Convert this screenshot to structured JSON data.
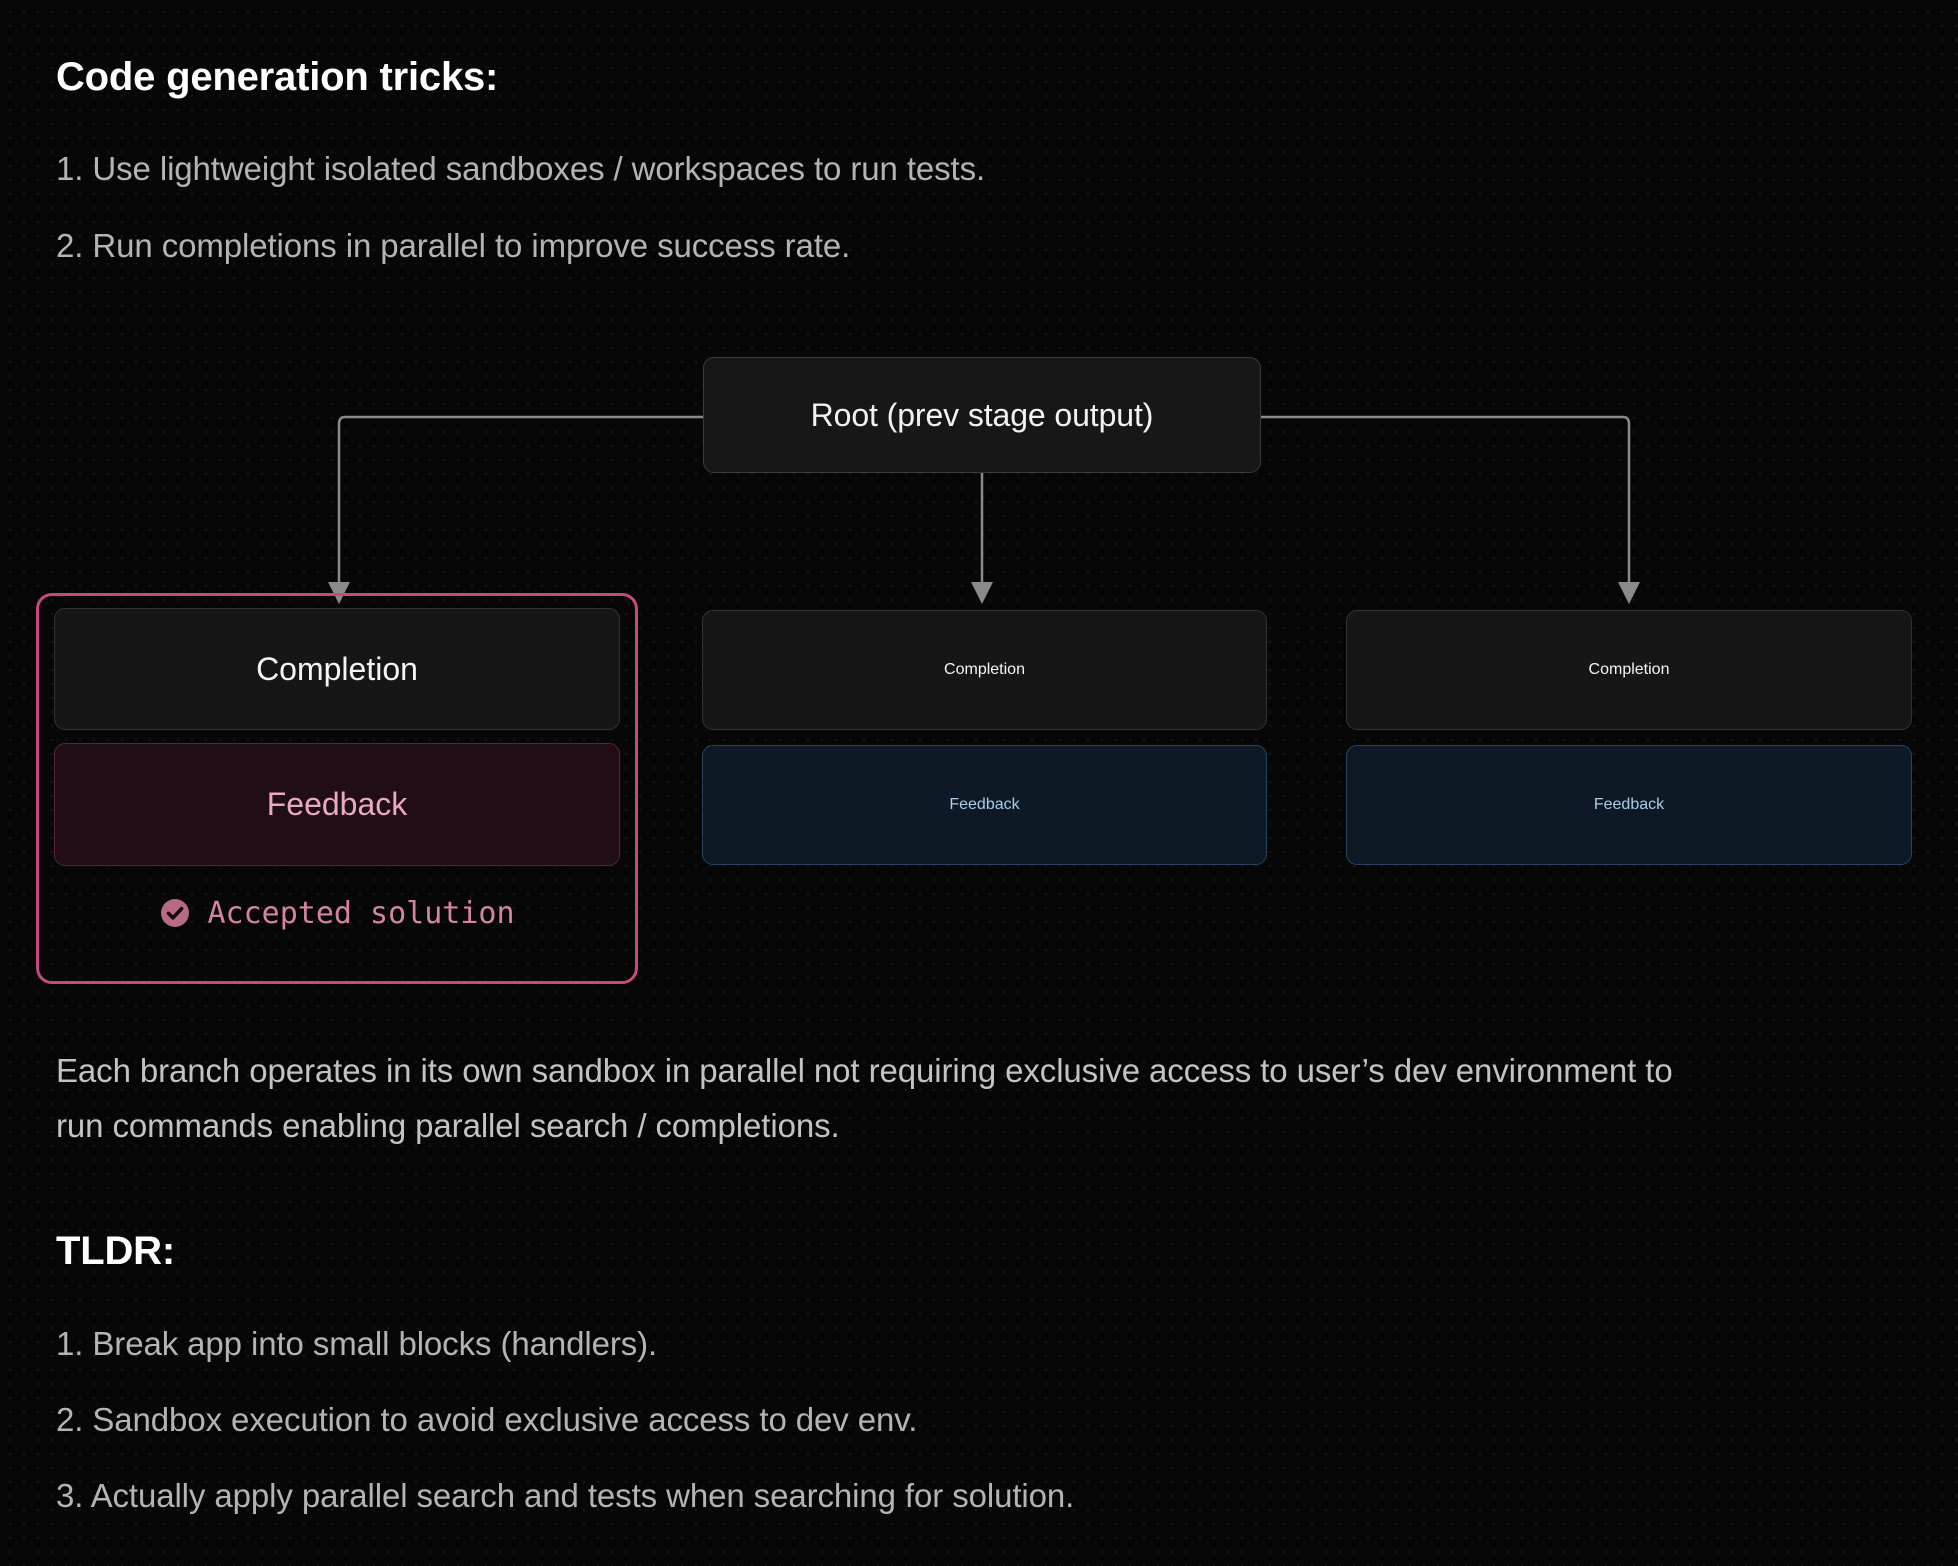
{
  "sections": {
    "tricks": {
      "title": "Code generation tricks:",
      "items": [
        "1. Use lightweight isolated sandboxes / workspaces to run tests.",
        "2. Run completions in parallel to improve success rate."
      ]
    },
    "explainer": "Each branch operates in its own sandbox in parallel not requiring exclusive access to user’s dev environment to run commands enabling parallel search / completions.",
    "tldr": {
      "title": "TLDR:",
      "items": [
        "1. Break app into small blocks (handlers).",
        "2. Sandbox execution to avoid exclusive access to dev env.",
        "3. Actually apply parallel search and tests when searching for solution."
      ]
    }
  },
  "diagram": {
    "root": {
      "label": "Root (prev stage output)"
    },
    "branches": [
      {
        "completion_label": "Completion",
        "feedback_label": "Feedback",
        "accepted": true,
        "accepted_label": "Accepted solution",
        "accepted_icon": "check-circle-icon",
        "highlight_color": "#c6497f",
        "feedback_fill": "#200d17",
        "feedback_border": "#5c2239",
        "feedback_text": "#e8a9c1"
      },
      {
        "completion_label": "Completion",
        "feedback_label": "Feedback",
        "accepted": false,
        "feedback_fill": "#0d1a26",
        "feedback_border": "#27455e",
        "feedback_text": "#a9cee9"
      },
      {
        "completion_label": "Completion",
        "feedback_label": "Feedback",
        "accepted": false,
        "feedback_fill": "#0d1a26",
        "feedback_border": "#27455e",
        "feedback_text": "#a9cee9"
      }
    ],
    "connector_color": "#8a8a8a"
  },
  "colors": {
    "background": "#070707",
    "heading_text": "#ffffff",
    "body_text": "#b4b4b4",
    "node_fill": "#171717",
    "node_border": "#3b3b3b",
    "node_text": "#f2f2f2",
    "accent_pink": "#c6497f",
    "accent_blue": "#a9cee9"
  }
}
